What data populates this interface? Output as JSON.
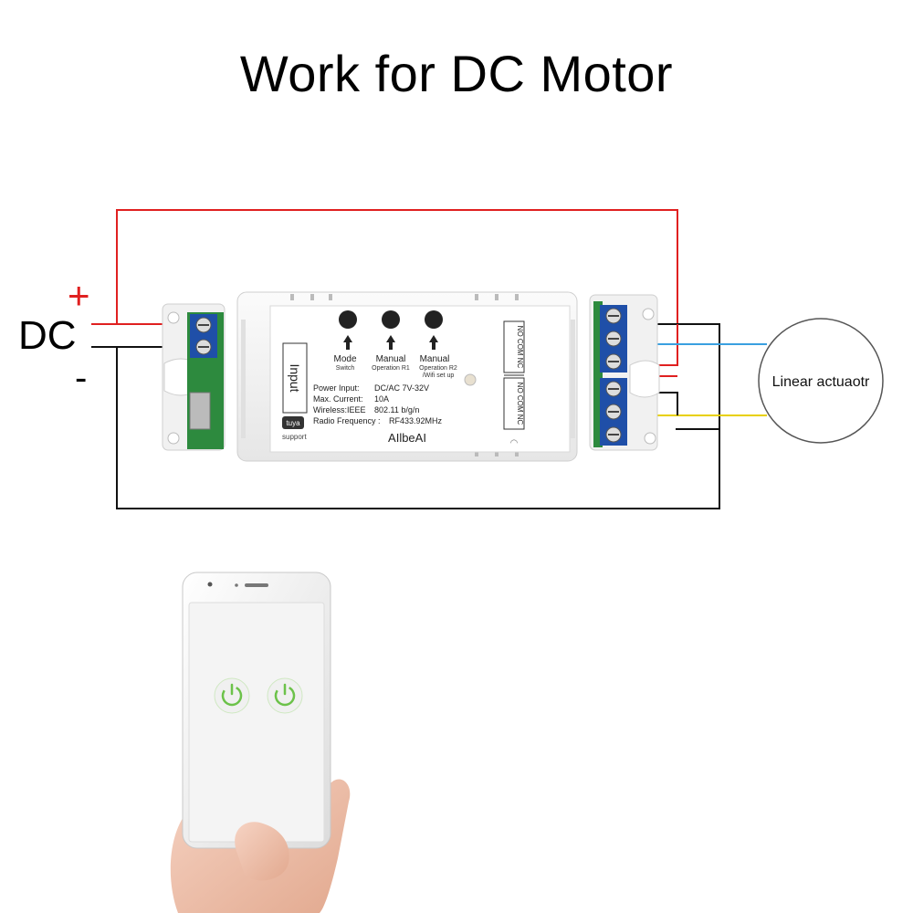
{
  "title": "Work for DC  Motor",
  "power": {
    "dc": "DC",
    "plus": "+",
    "minus": "-"
  },
  "module": {
    "input_label": "Input",
    "brand": "AIlbeAI",
    "tuya_logo": "tuya",
    "tuya_support": "support",
    "buttons": [
      {
        "title": "Mode",
        "sub": "Switch"
      },
      {
        "title": "Manual",
        "sub": "Operation R1"
      },
      {
        "title": "Manual",
        "sub": "Operation R2",
        "sub2": "/Wifi set up"
      }
    ],
    "specs": [
      {
        "label": "Power Input:",
        "value": "DC/AC 7V-32V"
      },
      {
        "label": "Max. Current:",
        "value": "10A"
      },
      {
        "label": "Wireless:IEEE",
        "value": "802.11 b/g/n"
      },
      {
        "label": "Radio Frequency :",
        "value": "RF433.92MHz"
      }
    ],
    "relay_labels": [
      "NO COM NC",
      "NO COM NC"
    ]
  },
  "actuator": {
    "label": "Linear actuaotr"
  },
  "colors": {
    "red_wire": "#e02020",
    "black_wire": "#111111",
    "blue_wire": "#3aa0e0",
    "yellow_wire": "#e8d000",
    "terminal_blue": "#1f4fa8",
    "pcb_green": "#2d8a3e",
    "app_button_green": "#6cc24a"
  },
  "phone": {
    "buttons": [
      {
        "icon": "power-icon"
      },
      {
        "icon": "power-icon"
      }
    ]
  }
}
